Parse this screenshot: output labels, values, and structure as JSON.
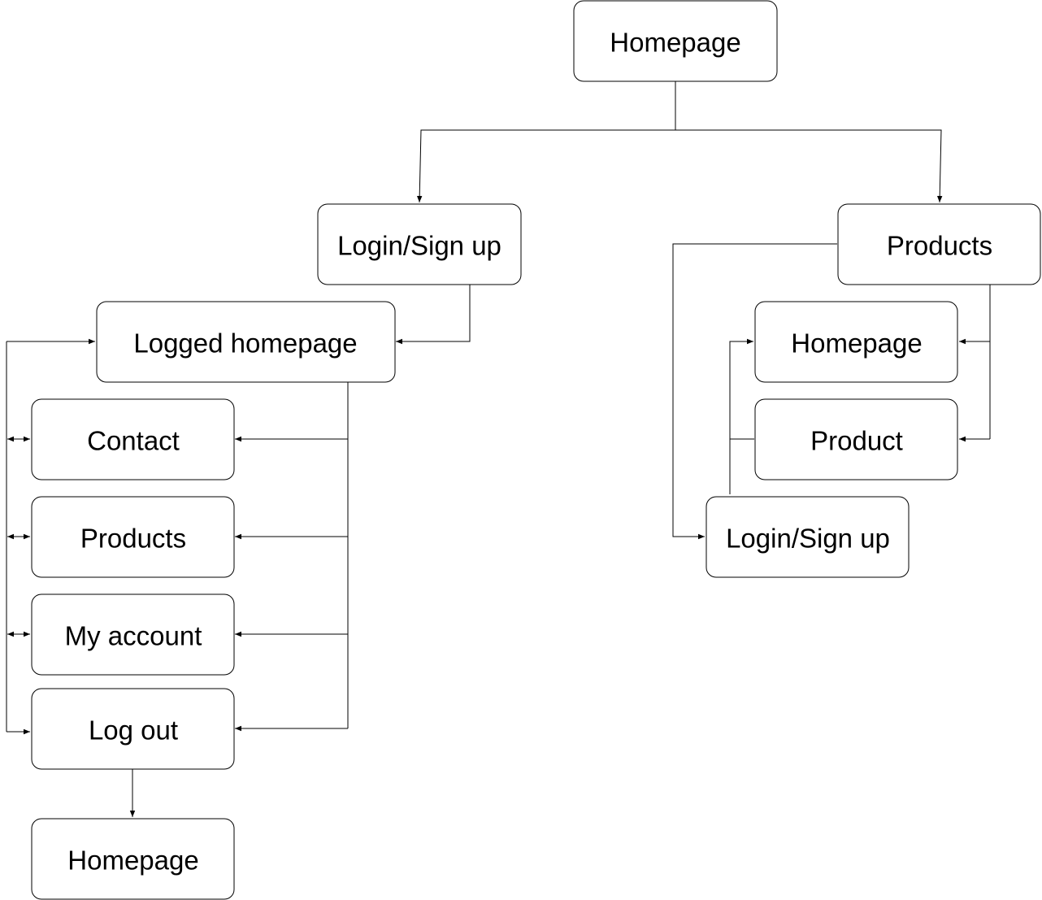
{
  "diagram": {
    "nodes": [
      {
        "id": "root-homepage",
        "label": "Homepage"
      },
      {
        "id": "login-signup",
        "label": "Login/Sign up"
      },
      {
        "id": "products",
        "label": "Products"
      },
      {
        "id": "logged-homepage",
        "label": "Logged homepage"
      },
      {
        "id": "contact",
        "label": "Contact"
      },
      {
        "id": "logged-products",
        "label": "Products"
      },
      {
        "id": "my-account",
        "label": "My account"
      },
      {
        "id": "log-out",
        "label": "Log out"
      },
      {
        "id": "logout-homepage",
        "label": "Homepage"
      },
      {
        "id": "products-homepage",
        "label": "Homepage"
      },
      {
        "id": "product",
        "label": "Product"
      },
      {
        "id": "products-login-signup",
        "label": "Login/Sign up"
      }
    ],
    "edges": [
      {
        "from": "root-homepage",
        "to": "login-signup"
      },
      {
        "from": "root-homepage",
        "to": "products"
      },
      {
        "from": "login-signup",
        "to": "logged-homepage"
      },
      {
        "from": "logged-homepage",
        "to": "contact"
      },
      {
        "from": "logged-homepage",
        "to": "logged-products"
      },
      {
        "from": "logged-homepage",
        "to": "my-account"
      },
      {
        "from": "logged-homepage",
        "to": "log-out"
      },
      {
        "from": "contact",
        "to": "logged-homepage",
        "bidirectional": true
      },
      {
        "from": "logged-products",
        "to": "logged-homepage",
        "bidirectional": true
      },
      {
        "from": "my-account",
        "to": "logged-homepage",
        "bidirectional": true
      },
      {
        "from": "log-out",
        "to": "logged-homepage"
      },
      {
        "from": "log-out",
        "to": "logout-homepage"
      },
      {
        "from": "products",
        "to": "products-homepage"
      },
      {
        "from": "products",
        "to": "product"
      },
      {
        "from": "products",
        "to": "products-login-signup"
      },
      {
        "from": "product",
        "to": "products-homepage"
      },
      {
        "from": "products-login-signup",
        "to": "products-homepage"
      }
    ]
  }
}
